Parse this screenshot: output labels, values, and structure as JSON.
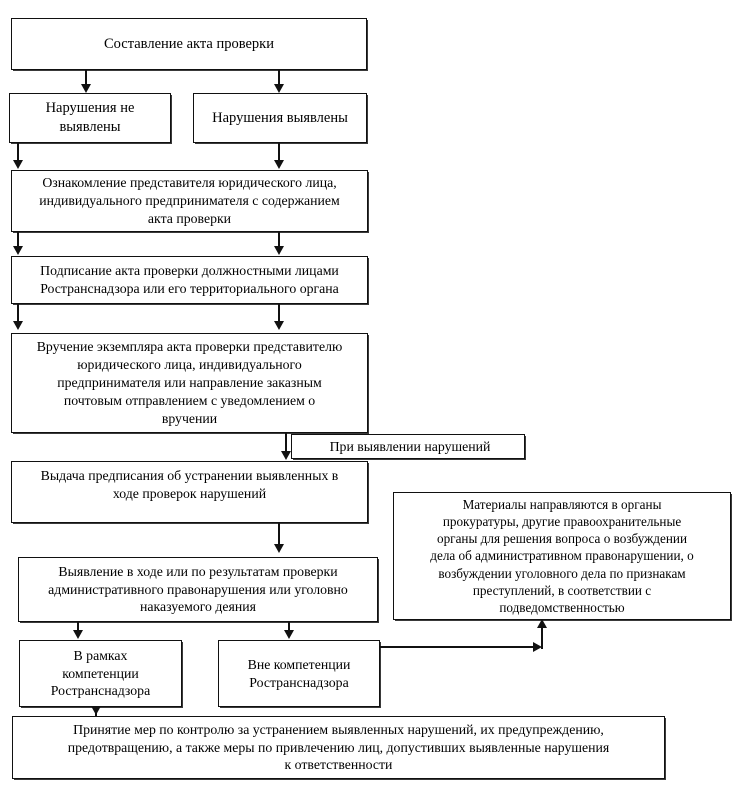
{
  "diagram": {
    "title": "Составление акта проверки",
    "language": "ru",
    "nodes": {
      "act_drafting": "Составление акта проверки",
      "no_violations": "Нарушения  не\nвыявлены",
      "violations_found": "Нарушения  выявлены",
      "familiarization": "Ознакомление представителя юридического лица,\nиндивидуального предпринимателя с содержанием\nакта проверки",
      "signing": "Подписание акта проверки должностными лицами\nРостранснадзора или его территориального органа",
      "delivery": "Вручение экземпляра акта проверки представителю\nюридического лица, индивидуального\nпредпринимателя или направление заказным\nпочтовым отправлением с уведомлением о\nвручении",
      "upon_violation_label": "При выявлении нарушений",
      "order_issue": "Выдача предписания об устранении выявленных в\nходе проверок нарушений",
      "materials_to_prosecutor": "Материалы направляются в органы\nпрокуратуры, другие правоохранительные\nорганы для решения вопроса о возбуждении\nдела об административном правонарушении, о\nвозбуждении уголовного дела по признакам\nпреступлений, в соответствии с\nподведомственностью",
      "detection": "Выявление в ходе или по результатам проверки\nадминистративного правонарушения или уголовно\nнаказуемого деяния",
      "within_competence": "В рамках\nкомпетенции\nРостранснадзора",
      "outside_competence": "Вне компетенции\nРостранснадзора",
      "measures": "Принятие мер по контролю за устранением выявленных нарушений, их предупреждению,\nпредотвращению, а также меры по привлечению лиц, допустивших выявленные нарушения\nк ответственности"
    },
    "colors": {
      "stroke": "#111111",
      "background": "#ffffff",
      "text": "#000000"
    }
  }
}
